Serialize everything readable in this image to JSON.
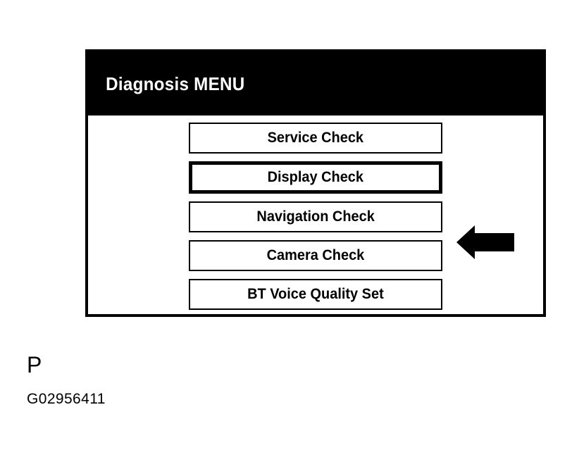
{
  "screen": {
    "title": "Diagnosis MENU",
    "menu_items": [
      {
        "label": "Service Check",
        "selected": false
      },
      {
        "label": "Display Check",
        "selected": true
      },
      {
        "label": "Navigation Check",
        "selected": false
      },
      {
        "label": "Camera Check",
        "selected": false
      },
      {
        "label": "BT Voice Quality Set",
        "selected": false
      }
    ]
  },
  "pointer": {
    "icon": "arrow-left-icon",
    "points_to": "Display Check"
  },
  "caption": {
    "letter": "P",
    "figure_id": "G02956411"
  },
  "colors": {
    "page_background": "#ffffff",
    "header_background": "#000000",
    "header_text": "#ffffff",
    "panel_border": "#000000",
    "button_background": "#ffffff",
    "button_text": "#000000",
    "arrow_fill": "#000000"
  }
}
